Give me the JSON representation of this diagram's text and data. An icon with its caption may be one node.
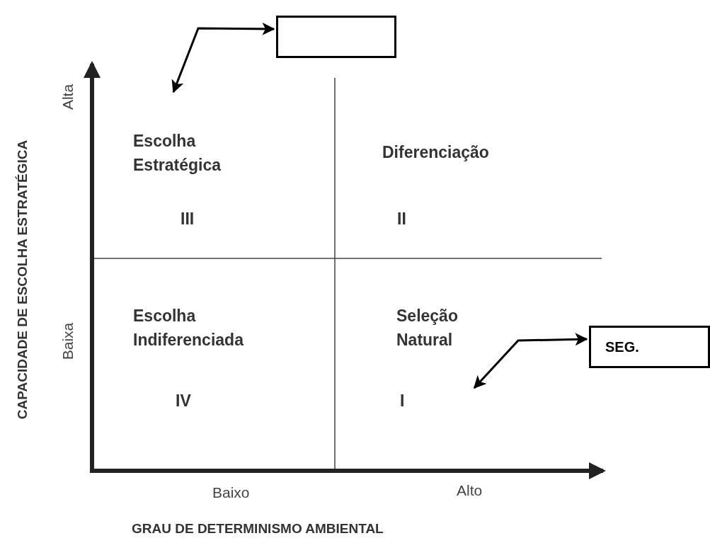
{
  "diagram": {
    "nodes": [
      {
        "text": [],
        "shape": "box"
      },
      {
        "text": [
          "Escolha Estratégica",
          "III"
        ]
      },
      {
        "text": [
          "Diferenciação",
          "II"
        ]
      },
      {
        "text": [
          "Escolha Indiferenciada",
          "IV"
        ]
      },
      {
        "text": [
          "Seleção Natural",
          "I"
        ]
      },
      {
        "text": [
          "SEG."
        ]
      }
    ],
    "edges": [
      {
        "from": 1,
        "to": 0,
        "arrow": "both"
      },
      {
        "from": 4,
        "to": 5,
        "arrow": "both"
      }
    ],
    "labels": [
      "CAPACIDADE DE ESCOLHA ESTRATÉGICA",
      "Alta",
      "Baixa",
      "Baixo",
      "Alto",
      "GRAU DE DETERMINISMO AMBIENTAL"
    ]
  }
}
